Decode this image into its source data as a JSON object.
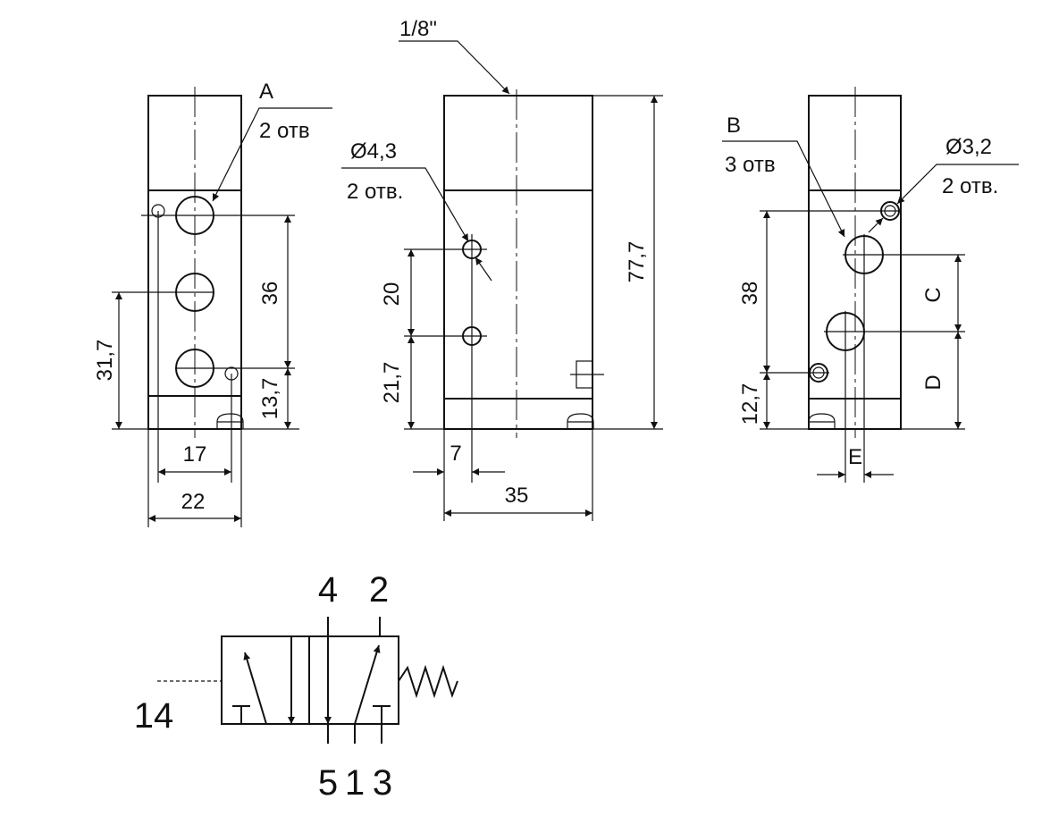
{
  "drawing": {
    "thread_label": "1/8\"",
    "left_view": {
      "callout_letter": "A",
      "callout_qty": "2 отв",
      "dim_17": "17",
      "dim_22": "22",
      "dim_31_7": "31,7",
      "dim_36": "36",
      "dim_13_7": "13,7"
    },
    "middle_view": {
      "hole_diameter": "Ø4,3",
      "hole_qty": "2 отв.",
      "dim_20": "20",
      "dim_21_7": "21,7",
      "dim_77_7": "77,7",
      "dim_7": "7",
      "dim_35": "35"
    },
    "right_view": {
      "callout_letter": "B",
      "callout_qty": "3 отв",
      "hole_diameter": "Ø3,2",
      "hole_qty": "2 отв.",
      "dim_38": "38",
      "dim_12_7": "12,7",
      "dim_c": "C",
      "dim_d": "D",
      "dim_e": "E"
    },
    "symbol": {
      "port_4": "4",
      "port_2": "2",
      "port_14": "14",
      "port_5": "5",
      "port_1": "1",
      "port_3": "3"
    }
  }
}
